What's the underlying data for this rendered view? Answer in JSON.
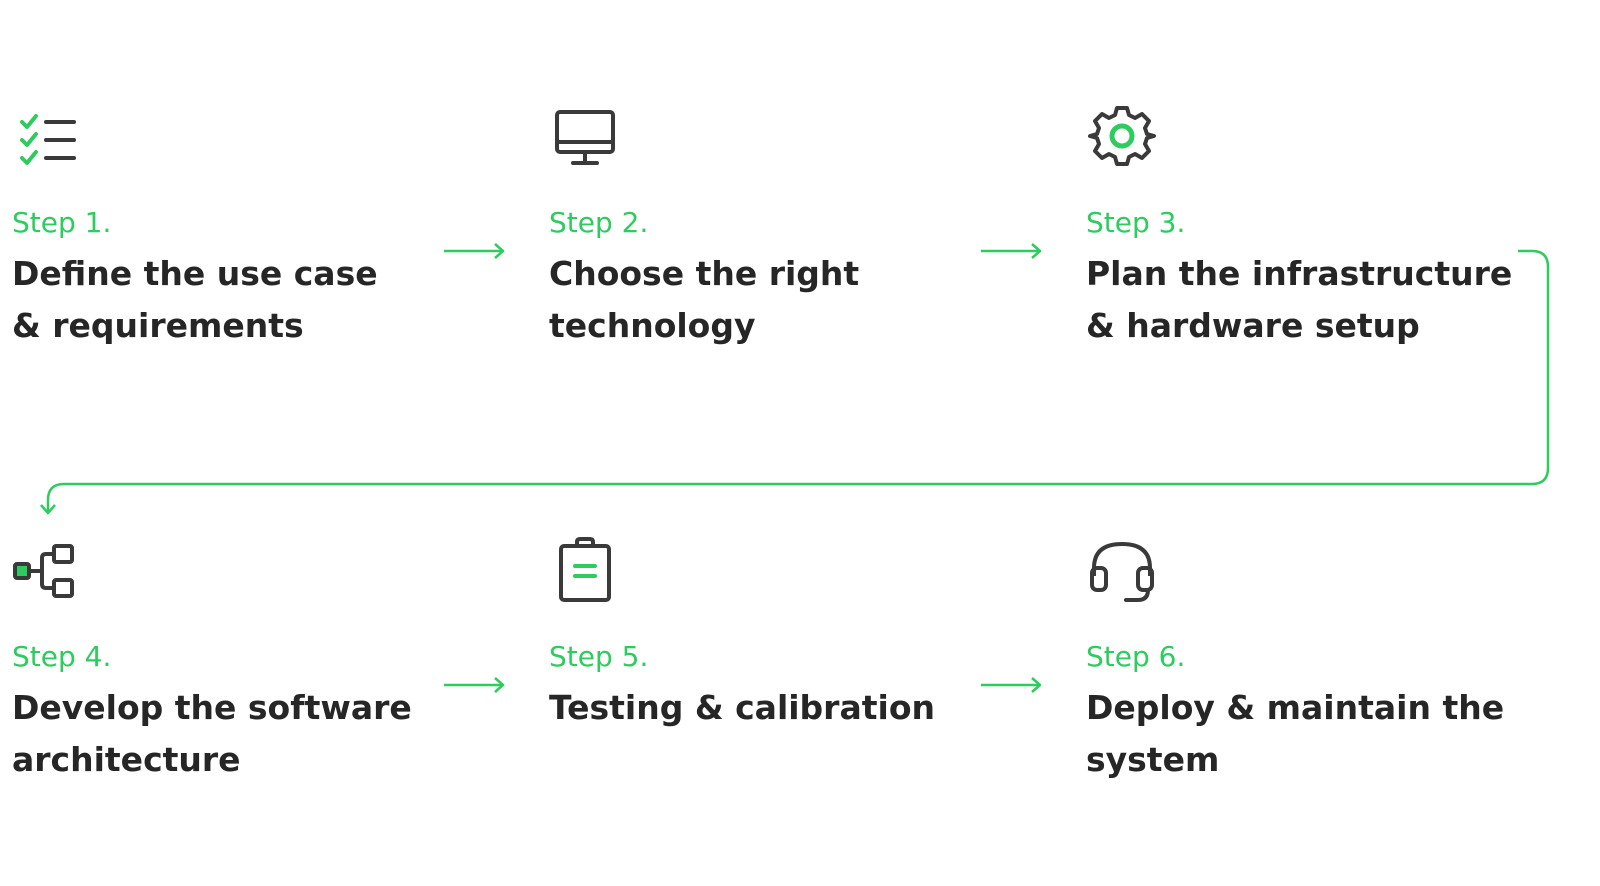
{
  "colors": {
    "accent": "#2ecc5f",
    "ink": "#262626",
    "icon_stroke": "#3a3a3a"
  },
  "steps": [
    {
      "label": "Step 1.",
      "title": [
        "Define the use case",
        "& requirements"
      ],
      "icon": "checklist-icon"
    },
    {
      "label": "Step 2.",
      "title": [
        "Choose the right",
        "technology"
      ],
      "icon": "monitor-icon"
    },
    {
      "label": "Step 3.",
      "title": [
        "Plan the infrastructure",
        "& hardware setup"
      ],
      "icon": "gear-icon"
    },
    {
      "label": "Step 4.",
      "title": [
        "Develop the software",
        "architecture"
      ],
      "icon": "hierarchy-icon"
    },
    {
      "label": "Step 5.",
      "title": [
        "Testing & calibration"
      ],
      "icon": "clipboard-icon"
    },
    {
      "label": "Step 6.",
      "title": [
        "Deploy & maintain the",
        "system"
      ],
      "icon": "headset-icon"
    }
  ]
}
